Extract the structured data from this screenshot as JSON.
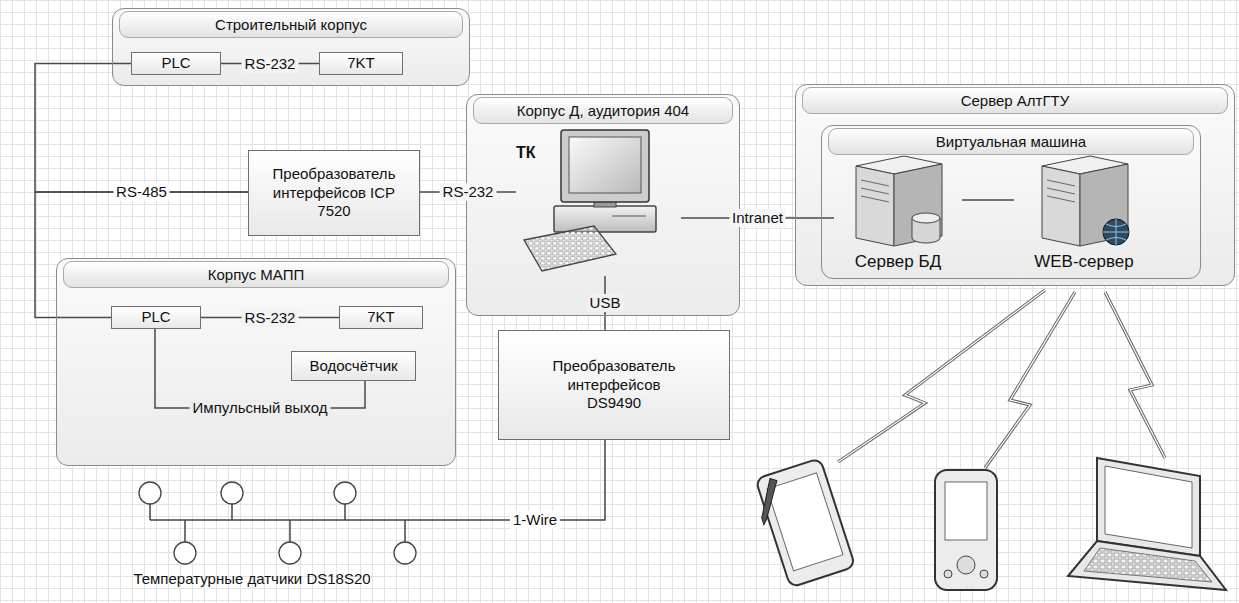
{
  "diagram": {
    "nodes": [
      {
        "text": [
          "Строительный корпус"
        ]
      },
      {
        "text": [
          "PLC"
        ],
        "in": 0
      },
      {
        "text": [
          "7KT"
        ],
        "in": 0
      },
      {
        "text": [
          "Корпус Д, аудитория 404"
        ]
      },
      {
        "text": [
          "ТК"
        ],
        "in": 3
      },
      {
        "text": [
          "Сервер АлтГТУ"
        ]
      },
      {
        "text": [
          "Виртуальная машина"
        ],
        "in": 5
      },
      {
        "text": [
          "Сервер БД"
        ],
        "in": 6
      },
      {
        "text": [
          "WEB-сервер"
        ],
        "in": 6
      },
      {
        "text": [
          "Преобразователь интерфейсов ICP 7520"
        ]
      },
      {
        "text": [
          "Корпус МАПП"
        ]
      },
      {
        "text": [
          "PLC"
        ],
        "in": 10
      },
      {
        "text": [
          "7KT"
        ],
        "in": 10
      },
      {
        "text": [
          "Водосчётчик"
        ],
        "in": 10
      },
      {
        "text": [
          "Преобразователь интерфейсов DS9490"
        ]
      }
    ],
    "edges": [
      {
        "from": 1,
        "to": 2,
        "label": "RS-232",
        "arrow": "none"
      },
      {
        "from": 11,
        "to": 12,
        "label": "RS-232",
        "arrow": "none"
      },
      {
        "from": 1,
        "to": 9,
        "label": "RS-485",
        "arrow": "none"
      },
      {
        "from": 11,
        "to": 9,
        "arrow": "none"
      },
      {
        "from": 9,
        "to": 4,
        "label": "RS-232",
        "arrow": "none"
      },
      {
        "from": 4,
        "to": 7,
        "label": "Intranet",
        "arrow": "none"
      },
      {
        "from": 7,
        "to": 8,
        "arrow": "none"
      },
      {
        "from": 4,
        "to": 14,
        "label": "USB",
        "arrow": "none"
      },
      {
        "from": 13,
        "to": 11,
        "label": "Импульсный выход",
        "arrow": "none"
      }
    ],
    "labels": [
      "1-Wire",
      "Температурные датчики DS18S20"
    ]
  }
}
